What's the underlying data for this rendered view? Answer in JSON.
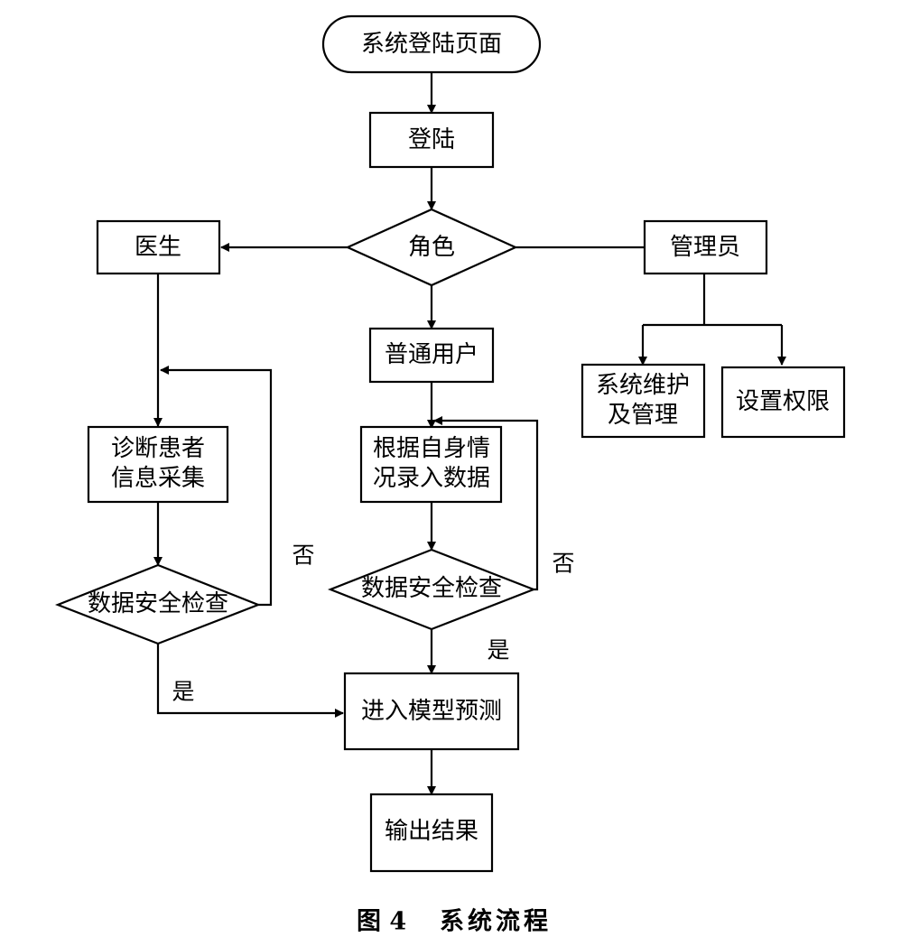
{
  "diagram": {
    "nodes": {
      "login_page": "系统登陆页面",
      "login": "登陆",
      "role": "角色",
      "doctor": "医生",
      "admin": "管理员",
      "normal_user": "普通用户",
      "sys_maintain": [
        "系统维护",
        "及管理"
      ],
      "set_permission": "设置权限",
      "collect_patient_info": [
        "诊断患者",
        "信息采集"
      ],
      "input_own_data": [
        "根据自身情",
        "况录入数据"
      ],
      "security_check_left": "数据安全检查",
      "security_check_mid": "数据安全检查",
      "model_predict": "进入模型预测",
      "output_result": "输出结果"
    },
    "edge_labels": {
      "left_no": "否",
      "left_yes": "是",
      "mid_no": "否",
      "mid_yes": "是"
    }
  },
  "caption": {
    "figure_number": "图 4",
    "title": "系统流程"
  }
}
